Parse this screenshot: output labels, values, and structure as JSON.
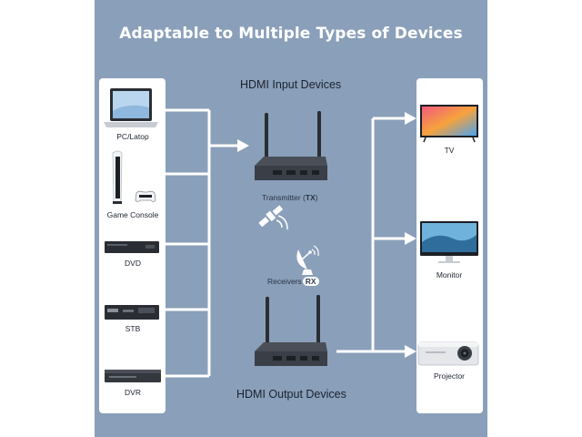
{
  "title": "Adaptable to Multiple Types of Devices",
  "input_section_label": "HDMI Input Devices",
  "output_section_label": "HDMI Output Devices",
  "transmitter": {
    "label": "Transmitter",
    "tag": "TX"
  },
  "receiver": {
    "label": "Receivers",
    "tag": "RX"
  },
  "input_devices": [
    {
      "label": "PC/Latop",
      "icon": "laptop-icon"
    },
    {
      "label": "Game Console",
      "icon": "game-console-icon"
    },
    {
      "label": "DVD",
      "icon": "dvd-player-icon"
    },
    {
      "label": "STB",
      "icon": "set-top-box-icon"
    },
    {
      "label": "DVR",
      "icon": "dvr-icon"
    }
  ],
  "output_devices": [
    {
      "label": "TV",
      "icon": "tv-icon"
    },
    {
      "label": "Monitor",
      "icon": "monitor-icon"
    },
    {
      "label": "Projector",
      "icon": "projector-icon"
    }
  ],
  "colors": {
    "panel": "#8a9fb9",
    "connector": "#ffffff",
    "device_dark": "#3a3f47"
  }
}
